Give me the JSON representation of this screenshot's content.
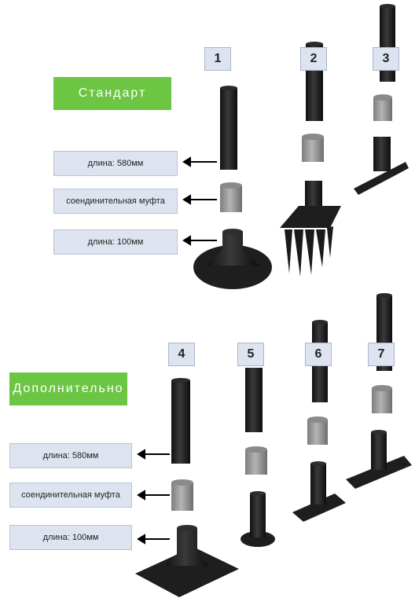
{
  "section_standard": {
    "title": "Стандарт",
    "labels": [
      "длина: 580мм",
      "соендинительная муфта",
      "длина: 100мм"
    ],
    "numbers": [
      "1",
      "2",
      "3"
    ]
  },
  "section_additional": {
    "title": "Дополнительно",
    "labels": [
      "длина: 580мм",
      "соендинительная муфта",
      "длина: 100мм"
    ],
    "numbers": [
      "4",
      "5",
      "6",
      "7"
    ]
  },
  "colors": {
    "green": "#6cc644",
    "label_bg": "#dde4f0",
    "part_dark": "#1e1e1e",
    "coupling_grey": "#9a9a9a"
  }
}
